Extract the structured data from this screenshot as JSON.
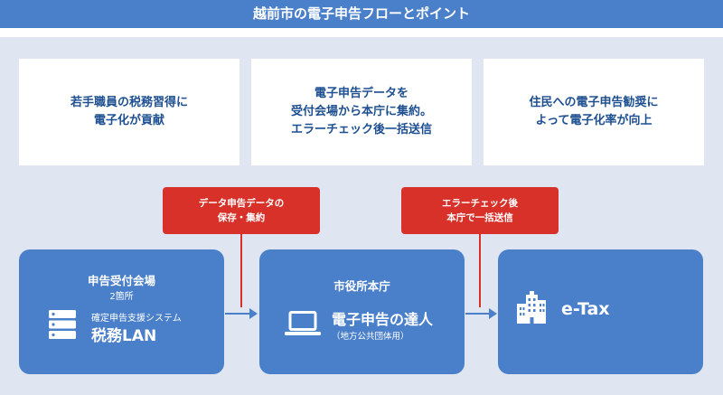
{
  "title": "越前市の電子申告フローとポイント",
  "points": [
    {
      "lines": [
        "若手職員の税務習得に",
        "電子化が貢献"
      ]
    },
    {
      "lines": [
        "電子申告データを",
        "受付会場から本庁に集約。",
        "エラーチェック後一括送信"
      ]
    },
    {
      "lines": [
        "住民への電子申告勧奨に",
        "よって電子化率が向上"
      ]
    }
  ],
  "callouts": [
    {
      "lines": [
        "データ申告データの",
        "保存・集約"
      ]
    },
    {
      "lines": [
        "エラーチェック後",
        "本庁で一括送信"
      ]
    }
  ],
  "flow": {
    "box1": {
      "title": "申告受付会場",
      "subtitle": "2箇所",
      "system_label": "確定申告支援システム",
      "system_name": "税務LAN",
      "icon": "server-icon"
    },
    "box2": {
      "title": "市役所本庁",
      "main": "電子申告の達人",
      "sub": "（地方公共団体用）",
      "icon": "laptop-icon"
    },
    "box3": {
      "label": "e-Tax",
      "icon": "building-icon"
    }
  },
  "colors": {
    "blue": "#4a7fc9",
    "red": "#d7312a",
    "text_blue": "#1d4f91",
    "background": "#dfe6f2"
  }
}
